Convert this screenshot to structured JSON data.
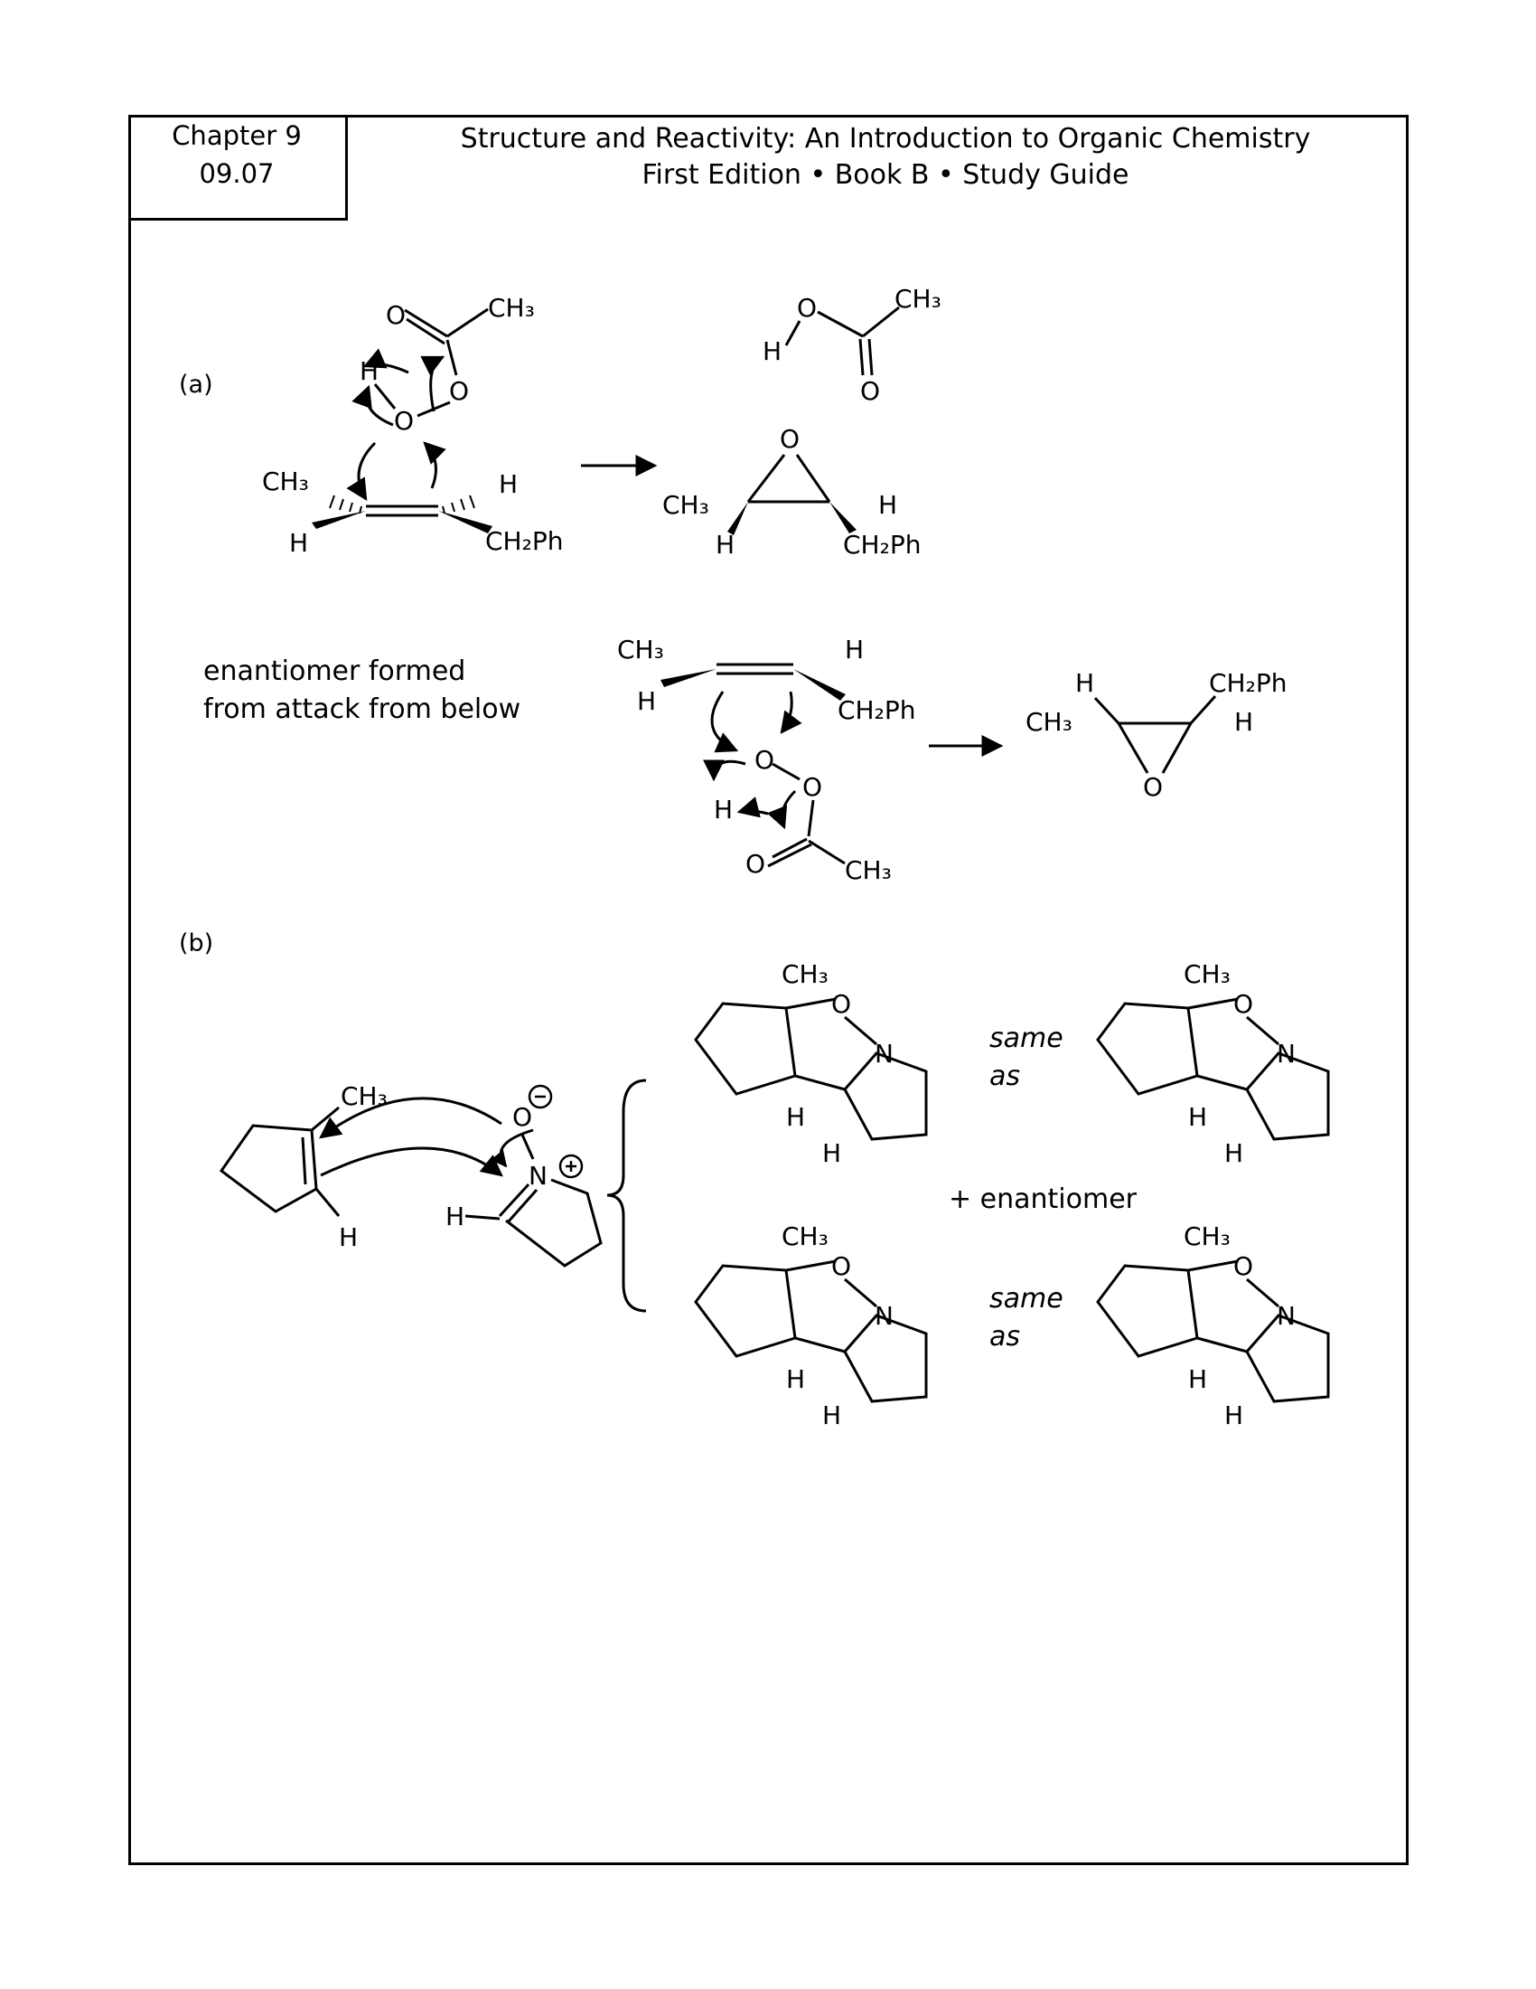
{
  "header": {
    "chapter": "Chapter 9",
    "section": "09.07",
    "title_line1": "Structure and Reactivity: An Introduction to Organic Chemistry",
    "title_line2": "First Edition • Book B • Study Guide"
  },
  "part_a": {
    "label": "(a)",
    "note_line1": "enantiomer formed",
    "note_line2": "from attack from below"
  },
  "part_b": {
    "label": "(b)",
    "same_as": "same",
    "as": "as",
    "plus_enantiomer": "+ enantiomer"
  },
  "atoms": {
    "CH3": "CH₃",
    "CH2Ph": "CH₂Ph",
    "H": "H",
    "O": "O",
    "N": "N"
  }
}
